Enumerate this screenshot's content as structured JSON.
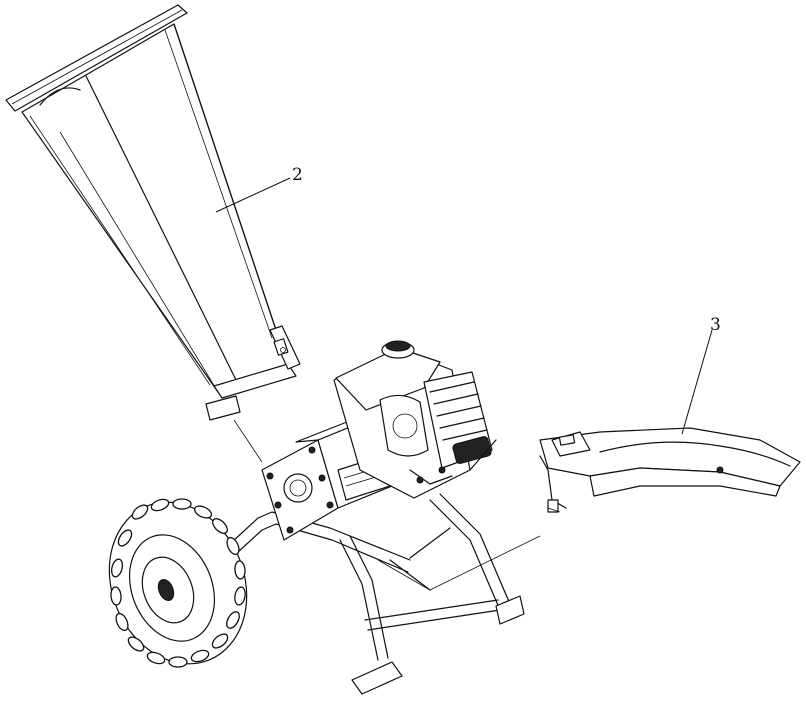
{
  "figure": {
    "callouts": [
      {
        "id": "2",
        "label": "2",
        "part": "feed-hopper"
      },
      {
        "id": "3",
        "label": "3",
        "part": "discharge-chute"
      }
    ],
    "stroke_color": "#111111",
    "background_color": "#ffffff"
  }
}
